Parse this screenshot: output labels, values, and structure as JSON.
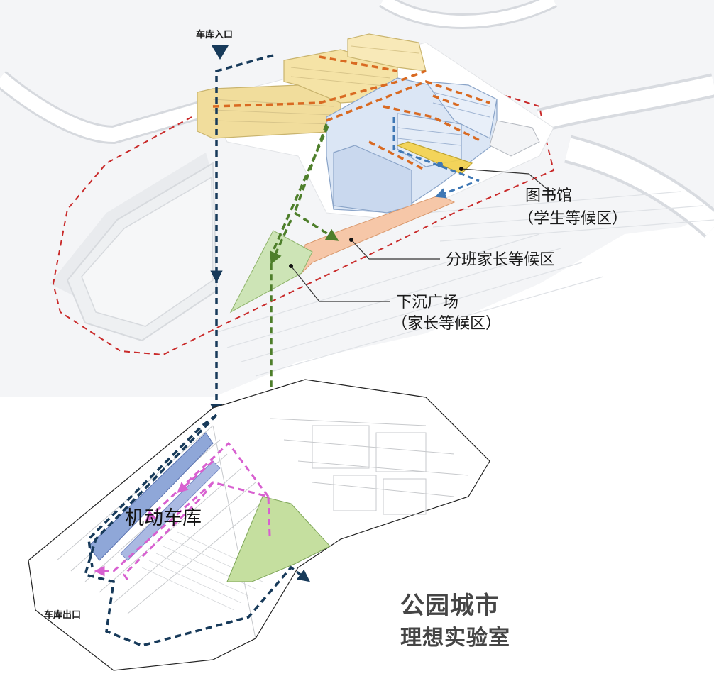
{
  "labels": {
    "garage_entrance": "车库入口",
    "garage_exit": "车库出口",
    "library_line1": "图书馆",
    "library_line2": "（学生等候区）",
    "class_parent_wait": "分班家长等候区",
    "sunken_plaza_line1": "下沉广场",
    "sunken_plaza_line2": "（家长等候区）",
    "motor_garage": "机动车库"
  },
  "watermark": {
    "line1": "公园城市",
    "line2": "理想实验室"
  },
  "colors": {
    "vehicle_route": "#173a5a",
    "parent_route": "#4e7f2b",
    "student_route": "#d96a22",
    "library_route": "#3f78b5",
    "garage_internal_route": "#d860d0",
    "site_boundary": "#c92a2a",
    "teaching_building": "#f5e3a6",
    "school_building": "#dbe6f5",
    "waiting_strip": "#f6c7a8",
    "sunken_plaza": "#cde4b6"
  }
}
